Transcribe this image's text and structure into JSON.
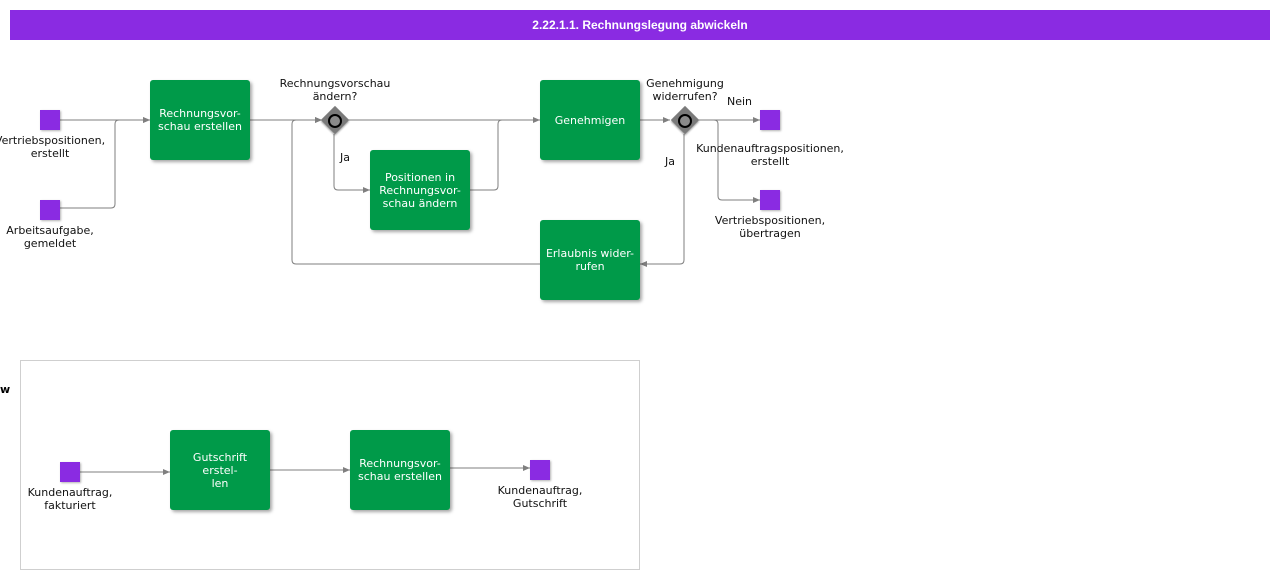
{
  "title": "2.22.1.1. Rechnungslegung abwickeln",
  "tasks": {
    "rechnungsvorschau_erstellen": "Rechnungsvor-\nschau erstellen",
    "positionen_aendern": "Positionen in\nRechnungsvor-\nschau ändern",
    "genehmigen": "Genehmigen",
    "erlaubnis_widerrufen": "Erlaubnis wider-\nrufen",
    "gutschrift_erstellen": "Gutschrift erstel-\nlen",
    "rechnungsvorschau_erstellen_2": "Rechnungsvor-\nschau erstellen"
  },
  "events": {
    "vertriebspositionen_erstellt": "Vertriebspositionen,\nerstellt",
    "arbeitsaufgabe_gemeldet": "Arbeitsaufgabe,\ngemeldet",
    "kundenauftragspositionen_erstellt": "Kundenauftragspositionen,\nerstellt",
    "vertriebspositionen_uebertragen": "Vertriebspositionen,\nübertragen",
    "kundenauftrag_fakturiert": "Kundenauftrag,\nfakturiert",
    "kundenauftrag_gutschrift": "Kundenauftrag,\nGutschrift"
  },
  "gateways": {
    "rechnungsvorschau_aendern": "Rechnungsvorschau\nändern?",
    "genehmigung_widerrufen": "Genehmigung\nwiderrufen?"
  },
  "edge_labels": {
    "ja_1": "Ja",
    "nein": "Nein",
    "ja_2": "Ja"
  },
  "side_label": "w",
  "colors": {
    "title_bg": "#8a2be2",
    "task": "#009a49",
    "event": "#8a2be2",
    "gateway": "#7a7a7a",
    "edge": "#7f7f7f"
  }
}
